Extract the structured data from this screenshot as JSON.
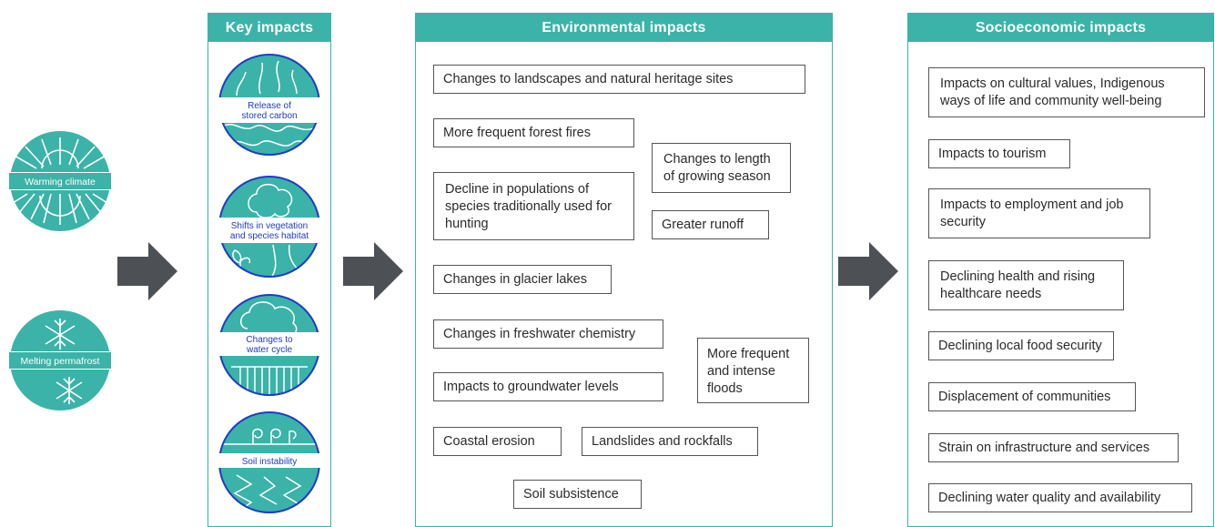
{
  "drivers": [
    {
      "label": "Warming climate",
      "icon": "sun-icon"
    },
    {
      "label": "Melting permafrost",
      "icon": "snowflake-icon"
    }
  ],
  "key_impacts": {
    "title": "Key impacts",
    "items": [
      {
        "line1": "Release of",
        "line2": "stored carbon",
        "icon": "carbon-release-icon"
      },
      {
        "line1": "Shifts in vegetation",
        "line2": "and species habitat",
        "icon": "vegetation-icon"
      },
      {
        "line1": "Changes to",
        "line2": "water cycle",
        "icon": "water-cycle-icon"
      },
      {
        "line1": "Soil instability",
        "line2": "",
        "icon": "soil-instability-icon"
      }
    ]
  },
  "environmental": {
    "title": "Environmental impacts",
    "items": [
      "Changes to landscapes and natural heritage sites",
      "More frequent forest fires",
      "Changes to length of growing season",
      "Decline in populations of species traditionally used for hunting",
      "Greater runoff",
      "Changes in glacier lakes",
      "Changes in freshwater chemistry",
      "More frequent and intense floods",
      "Impacts to groundwater levels",
      "Coastal erosion",
      "Landslides and rockfalls",
      "Soil subsistence"
    ]
  },
  "socioeconomic": {
    "title": "Socioeconomic impacts",
    "items": [
      "Impacts on cultural values, Indigenous ways of life and community well-being",
      "Impacts to tourism",
      "Impacts to employment and job security",
      "Declining health and rising healthcare needs",
      "Declining local food security",
      "Displacement of communities",
      "Strain on infrastructure and services",
      "Declining water quality and availability"
    ]
  },
  "colors": {
    "teal": "#3bb3a8",
    "blue": "#1e3cc8",
    "arrow": "#4d5155",
    "border": "#555555"
  }
}
